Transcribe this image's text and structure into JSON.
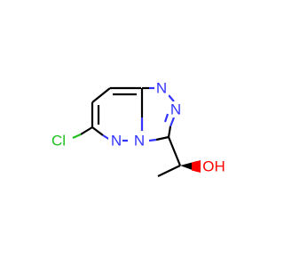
{
  "molecule": {
    "atoms": {
      "n1": "N",
      "n2": "N",
      "n4": "N",
      "n5": "N",
      "cl": "Cl",
      "oh": "OH"
    },
    "colors": {
      "nitrogen": "#3333ff",
      "chlorine": "#1ec11e",
      "oxygen": "#ff0000",
      "carbon": "#000000"
    },
    "stereo": "wedge"
  }
}
